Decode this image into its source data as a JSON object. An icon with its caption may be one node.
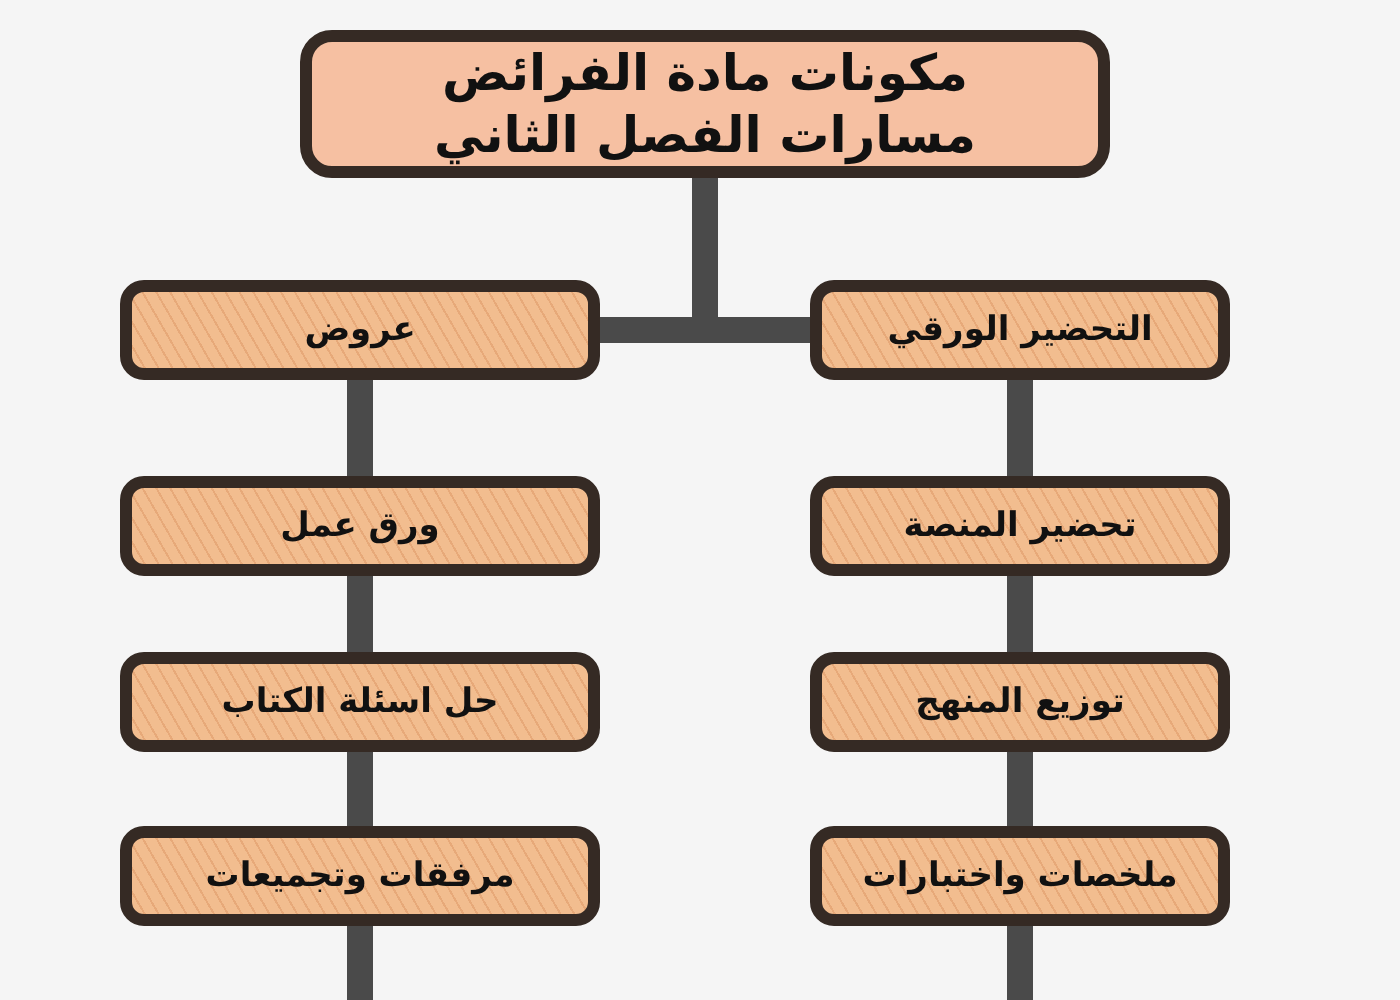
{
  "diagram": {
    "nodes": [
      {
        "text": [
          "مكونات مادة الفرائض",
          "مسارات الفصل الثاني"
        ]
      },
      {
        "text": [
          "التحضير الورقي"
        ]
      },
      {
        "text": [
          "عروض"
        ]
      },
      {
        "text": [
          "تحضير المنصة"
        ]
      },
      {
        "text": [
          "ورق عمل"
        ]
      },
      {
        "text": [
          "توزيع المنهج"
        ]
      },
      {
        "text": [
          "حل اسئلة الكتاب"
        ]
      },
      {
        "text": [
          "ملخصات واختبارات"
        ]
      },
      {
        "text": [
          "مرفقات وتجميعات"
        ]
      }
    ],
    "edges": [
      {
        "from": 0,
        "to": 1,
        "arrow": "none"
      },
      {
        "from": 0,
        "to": 2,
        "arrow": "none"
      },
      {
        "from": 1,
        "to": 3,
        "arrow": "none"
      },
      {
        "from": 3,
        "to": 5,
        "arrow": "none"
      },
      {
        "from": 5,
        "to": 7,
        "arrow": "none"
      },
      {
        "from": 2,
        "to": 4,
        "arrow": "none"
      },
      {
        "from": 4,
        "to": 6,
        "arrow": "none"
      },
      {
        "from": 6,
        "to": 8,
        "arrow": "none"
      },
      {
        "from": 7,
        "to": null,
        "arrow": "none"
      },
      {
        "from": 8,
        "to": null,
        "arrow": "none"
      }
    ]
  }
}
